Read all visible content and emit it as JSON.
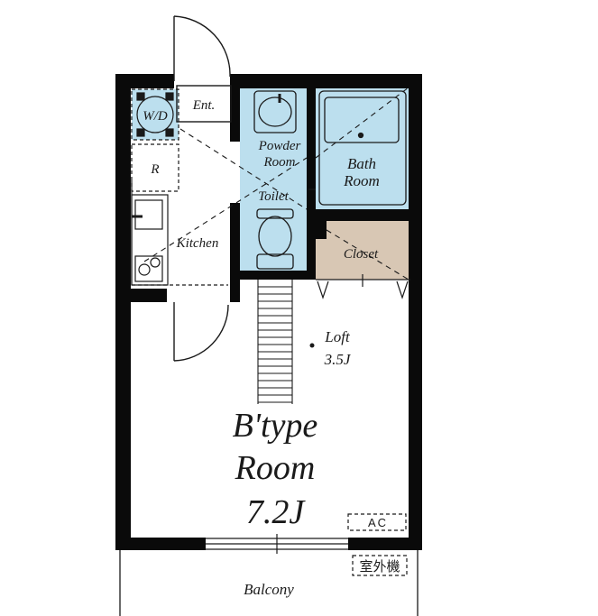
{
  "labels": {
    "ent": "Ent.",
    "wd": "W/D",
    "r": "R",
    "kitchen": "Kitchen",
    "powder_line1": "Powder",
    "powder_line2": "Room",
    "toilet": "Toilet",
    "bath_line1": "Bath",
    "bath_line2": "Room",
    "closet": "Closet",
    "loft_line1": "Loft",
    "loft_line2": "3.5J",
    "room_line1": "B'type",
    "room_line2": "Room",
    "room_line3": "7.2J",
    "ac": "AC",
    "outdoor_unit": "室外機",
    "balcony": "Balcony"
  },
  "colors": {
    "wall": "#0a0a0a",
    "wet_area": "#bcdfee",
    "closet": "#d8c7b4",
    "line": "#1a1a1a"
  }
}
